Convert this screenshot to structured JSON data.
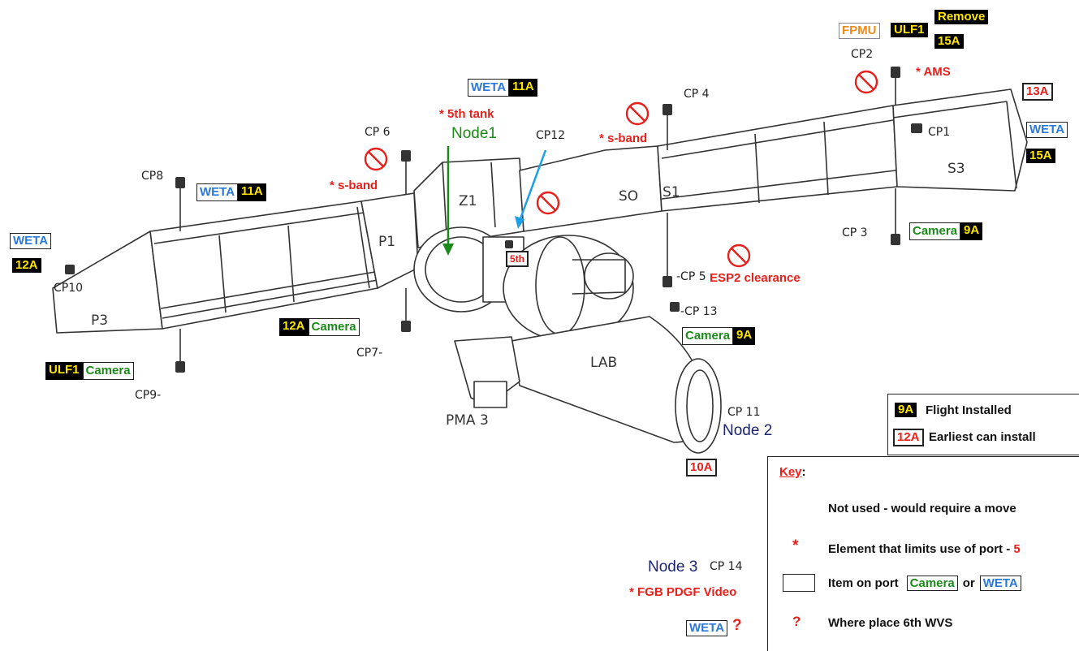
{
  "truss": {
    "segments": [
      "P3",
      "P1",
      "Z1",
      "SO",
      "S1",
      "S3"
    ],
    "modules": {
      "lab": "LAB",
      "pma": "PMA 3",
      "node1": "Node",
      "node1_num": "1",
      "node2": "Node 2",
      "node3": "Node",
      "node3_num": "3"
    }
  },
  "camera_ports": {
    "cp1": "CP1",
    "cp2": "CP2",
    "cp3": "CP 3",
    "cp4": "CP 4",
    "cp5": "-CP 5",
    "cp6": "CP 6",
    "cp7": "CP7-",
    "cp8": "CP8",
    "cp9": "CP9-",
    "cp10": "CP10",
    "cp11": "CP 11",
    "cp12": "CP12",
    "cp13": "-CP 13",
    "cp14": "CP 14"
  },
  "annotations": {
    "remove": "Remove",
    "fpmu": "FPMU",
    "ulf1": "ULF1",
    "flight_15a": "15A",
    "ams": "* AMS",
    "weta": "WETA",
    "flight_11a": "11A",
    "flight_13a": "13A",
    "flight_12a": "12A",
    "flight_9a": "9A",
    "flight_10a": "10A",
    "fifth_tank": "* 5th tank",
    "sband": "* s-band",
    "fifth": "5th",
    "camera": "Camera",
    "esp2": "ESP2 clearance",
    "fgb": "* FGB PDGF Video",
    "question": "?"
  },
  "legend": {
    "flight_installed_tag": "9A",
    "flight_installed": "Flight Installed",
    "earliest_tag": "12A",
    "earliest": "Earliest can install",
    "key_title": "Key",
    "key_colon": ":",
    "not_used": "Not used - would require a move",
    "asterisk": "*",
    "limits": "Element that limits use of port - ",
    "limits_num": "5",
    "item_on_port": "Item on port",
    "or": "or",
    "camera": "Camera",
    "weta": "WETA",
    "question": "?",
    "sixth": "Where place 6th WVS"
  },
  "colors": {
    "red": "#e8201c",
    "blue": "#2a78d8",
    "green": "#1b8a1b",
    "navy": "#1c2470",
    "orange": "#f08a1a",
    "tag_bg": "#000000",
    "tag_fg": "#ffe600",
    "cyan_arrow": "#1aa0e8"
  }
}
